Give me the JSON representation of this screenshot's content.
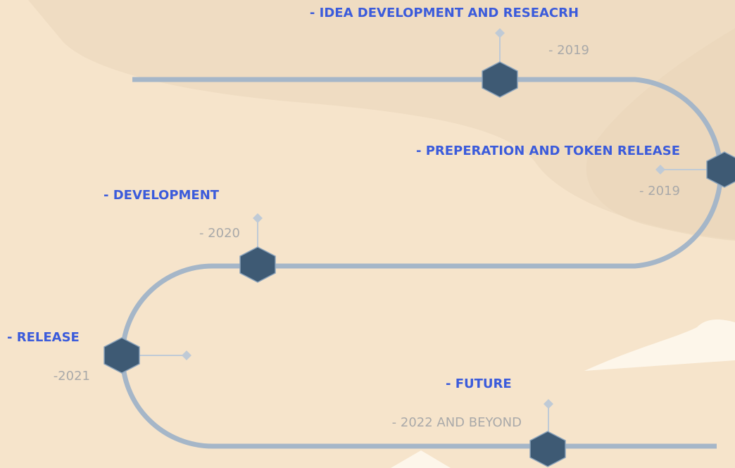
{
  "colors": {
    "background": "#f6e4cb",
    "blob_light": "#efdcc2",
    "blob_white": "#fdf6ea",
    "road": "#a5b6c8",
    "node_fill": "#3e5a74",
    "node_stroke": "#8aa2ba",
    "title": "#3b5bdb",
    "date": "#a9a9a9"
  },
  "icons": {
    "node": "hexagon-node-icon",
    "marker": "diamond-marker-icon"
  },
  "milestones": [
    {
      "title": "- IDEA DEVELOPMENT AND RESEACRH",
      "date": "- 2019"
    },
    {
      "title": "- PREPERATION AND TOKEN RELEASE",
      "date": "- 2019"
    },
    {
      "title": "- DEVELOPMENT",
      "date": "- 2020"
    },
    {
      "title": "- RELEASE",
      "date": "-2021"
    },
    {
      "title": "- FUTURE",
      "date": "- 2022 AND BEYOND"
    }
  ]
}
